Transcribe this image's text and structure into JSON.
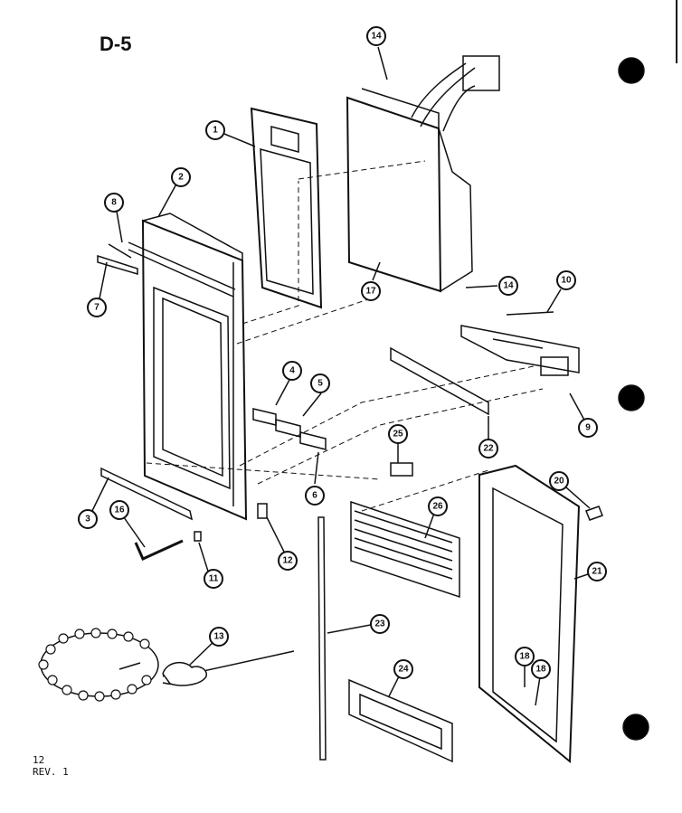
{
  "diagram": {
    "title": "D-5",
    "footer": {
      "page": "12",
      "revision": "REV. 1"
    },
    "callouts": [
      "14",
      "1",
      "2",
      "8",
      "7",
      "17",
      "14",
      "10",
      "4",
      "5",
      "6",
      "9",
      "22",
      "25",
      "3",
      "16",
      "11",
      "12",
      "26",
      "20",
      "21",
      "23",
      "13",
      "18",
      "18",
      "24"
    ]
  }
}
